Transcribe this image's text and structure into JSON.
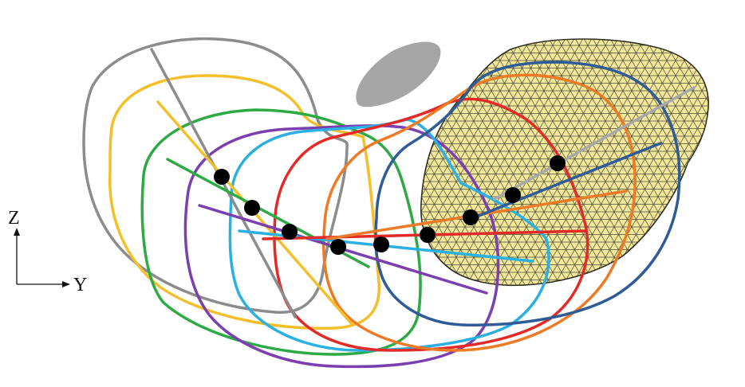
{
  "figure": {
    "axes": {
      "vertical_label": "Z",
      "horizontal_label": "Y"
    },
    "colors": {
      "contours": [
        "#8c8c8c",
        "#f5bf2a",
        "#2eaa45",
        "#7b3fb0",
        "#2ab0e2",
        "#e42a26",
        "#ee7a25",
        "#2f5b96"
      ],
      "mesh_fill": "#f3e79a",
      "mesh_lines": "#4a4a3a",
      "centroid": "#000000",
      "blob": "#a6a6a6"
    },
    "centroid_count": 9,
    "contour_count": 8
  }
}
